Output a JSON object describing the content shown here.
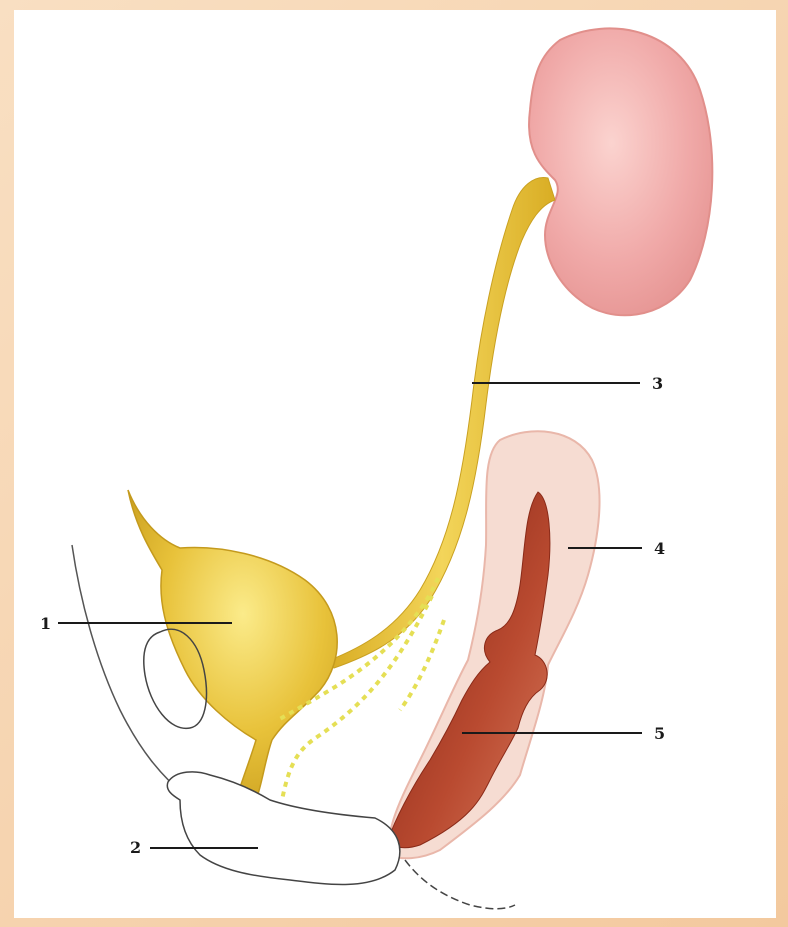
{
  "diagram": {
    "labels": [
      {
        "id": "bladder",
        "text": "1"
      },
      {
        "id": "external-genitalia",
        "text": "2"
      },
      {
        "id": "ureter",
        "text": "3"
      },
      {
        "id": "uterus",
        "text": "4"
      },
      {
        "id": "vagina",
        "text": "5"
      }
    ]
  },
  "colors": {
    "kidney": "#f0a9a8",
    "urinary": "#e8c23a",
    "uterus_wall": "#f6dcd2",
    "lumen": "#a8331f",
    "background_frame": "#f5d2ad"
  }
}
